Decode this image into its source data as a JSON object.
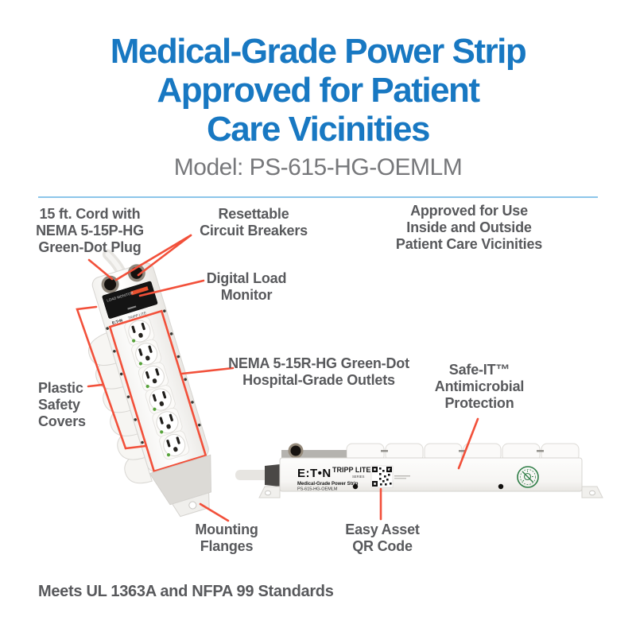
{
  "colors": {
    "accent_blue": "#1878C2",
    "label_gray": "#58595C",
    "leader_orange": "#F2503A",
    "divider_blue": "#8CC6EA",
    "green_dot": "#57A33B",
    "antimicrobial_green": "#2E7D46"
  },
  "header": {
    "title_line1": "Medical-Grade Power Strip",
    "title_line2": "Approved for Patient",
    "title_line3": "Care Vicinities",
    "model": "Model: PS-615-HG-OEMLM"
  },
  "callouts": {
    "cord": {
      "line1": "15 ft. Cord with",
      "line2": "NEMA 5-15P-HG",
      "line3": "Green-Dot Plug"
    },
    "breakers": {
      "line1": "Resettable",
      "line2": "Circuit Breakers"
    },
    "approved": {
      "line1": "Approved for Use",
      "line2": "Inside and Outside",
      "line3": "Patient Care Vicinities"
    },
    "monitor": {
      "line1": "Digital Load",
      "line2": "Monitor"
    },
    "outlets": {
      "line1": "NEMA 5-15R-HG Green-Dot",
      "line2": "Hospital-Grade Outlets"
    },
    "safe_it": {
      "line1": "Safe-IT™",
      "line2": "Antimicrobial",
      "line3": "Protection"
    },
    "covers": {
      "line1": "Plastic",
      "line2": "Safety",
      "line3": "Covers"
    },
    "flanges": {
      "line1": "Mounting",
      "line2": "Flanges"
    },
    "qr": {
      "line1": "Easy Asset",
      "line2": "QR Code"
    }
  },
  "product": {
    "brand": "E:T•N",
    "series": "TRIPP LITE",
    "series_sub": "SERIES",
    "name": "Medical-Grade Power Strip",
    "model": "PS-615-HG-OEMLM",
    "monitor_label": "LOAD MONITOR"
  },
  "footer": {
    "standards": "Meets UL 1363A and NFPA 99 Standards"
  }
}
